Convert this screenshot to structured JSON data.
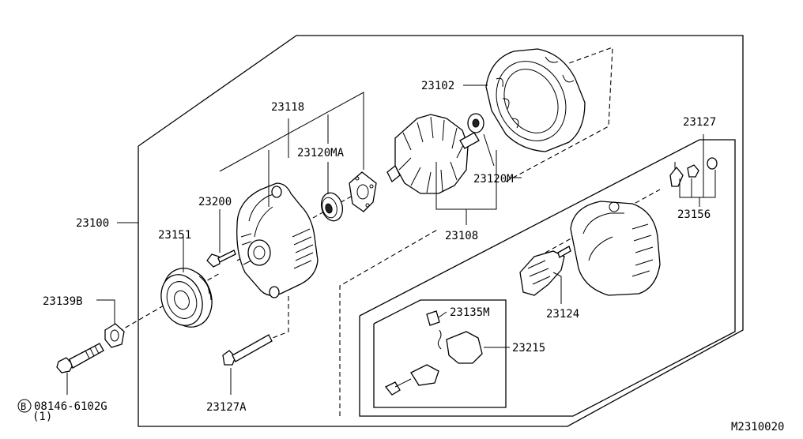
{
  "diagram": {
    "code": "M2310020",
    "labels": {
      "p23100": "23100",
      "p23102": "23102",
      "p23108": "23108",
      "p23118": "23118",
      "p23120MA": "23120MA",
      "p23120M": "23120M",
      "p23124": "23124",
      "p23127": "23127",
      "p23127A": "23127A",
      "p23135M": "23135M",
      "p23139B": "23139B",
      "p23151": "23151",
      "p23156": "23156",
      "p23200": "23200",
      "p23215": "23215",
      "bolt_part": "08146-6102G",
      "bolt_qty": "(1)",
      "bolt_symbol": "B"
    }
  }
}
